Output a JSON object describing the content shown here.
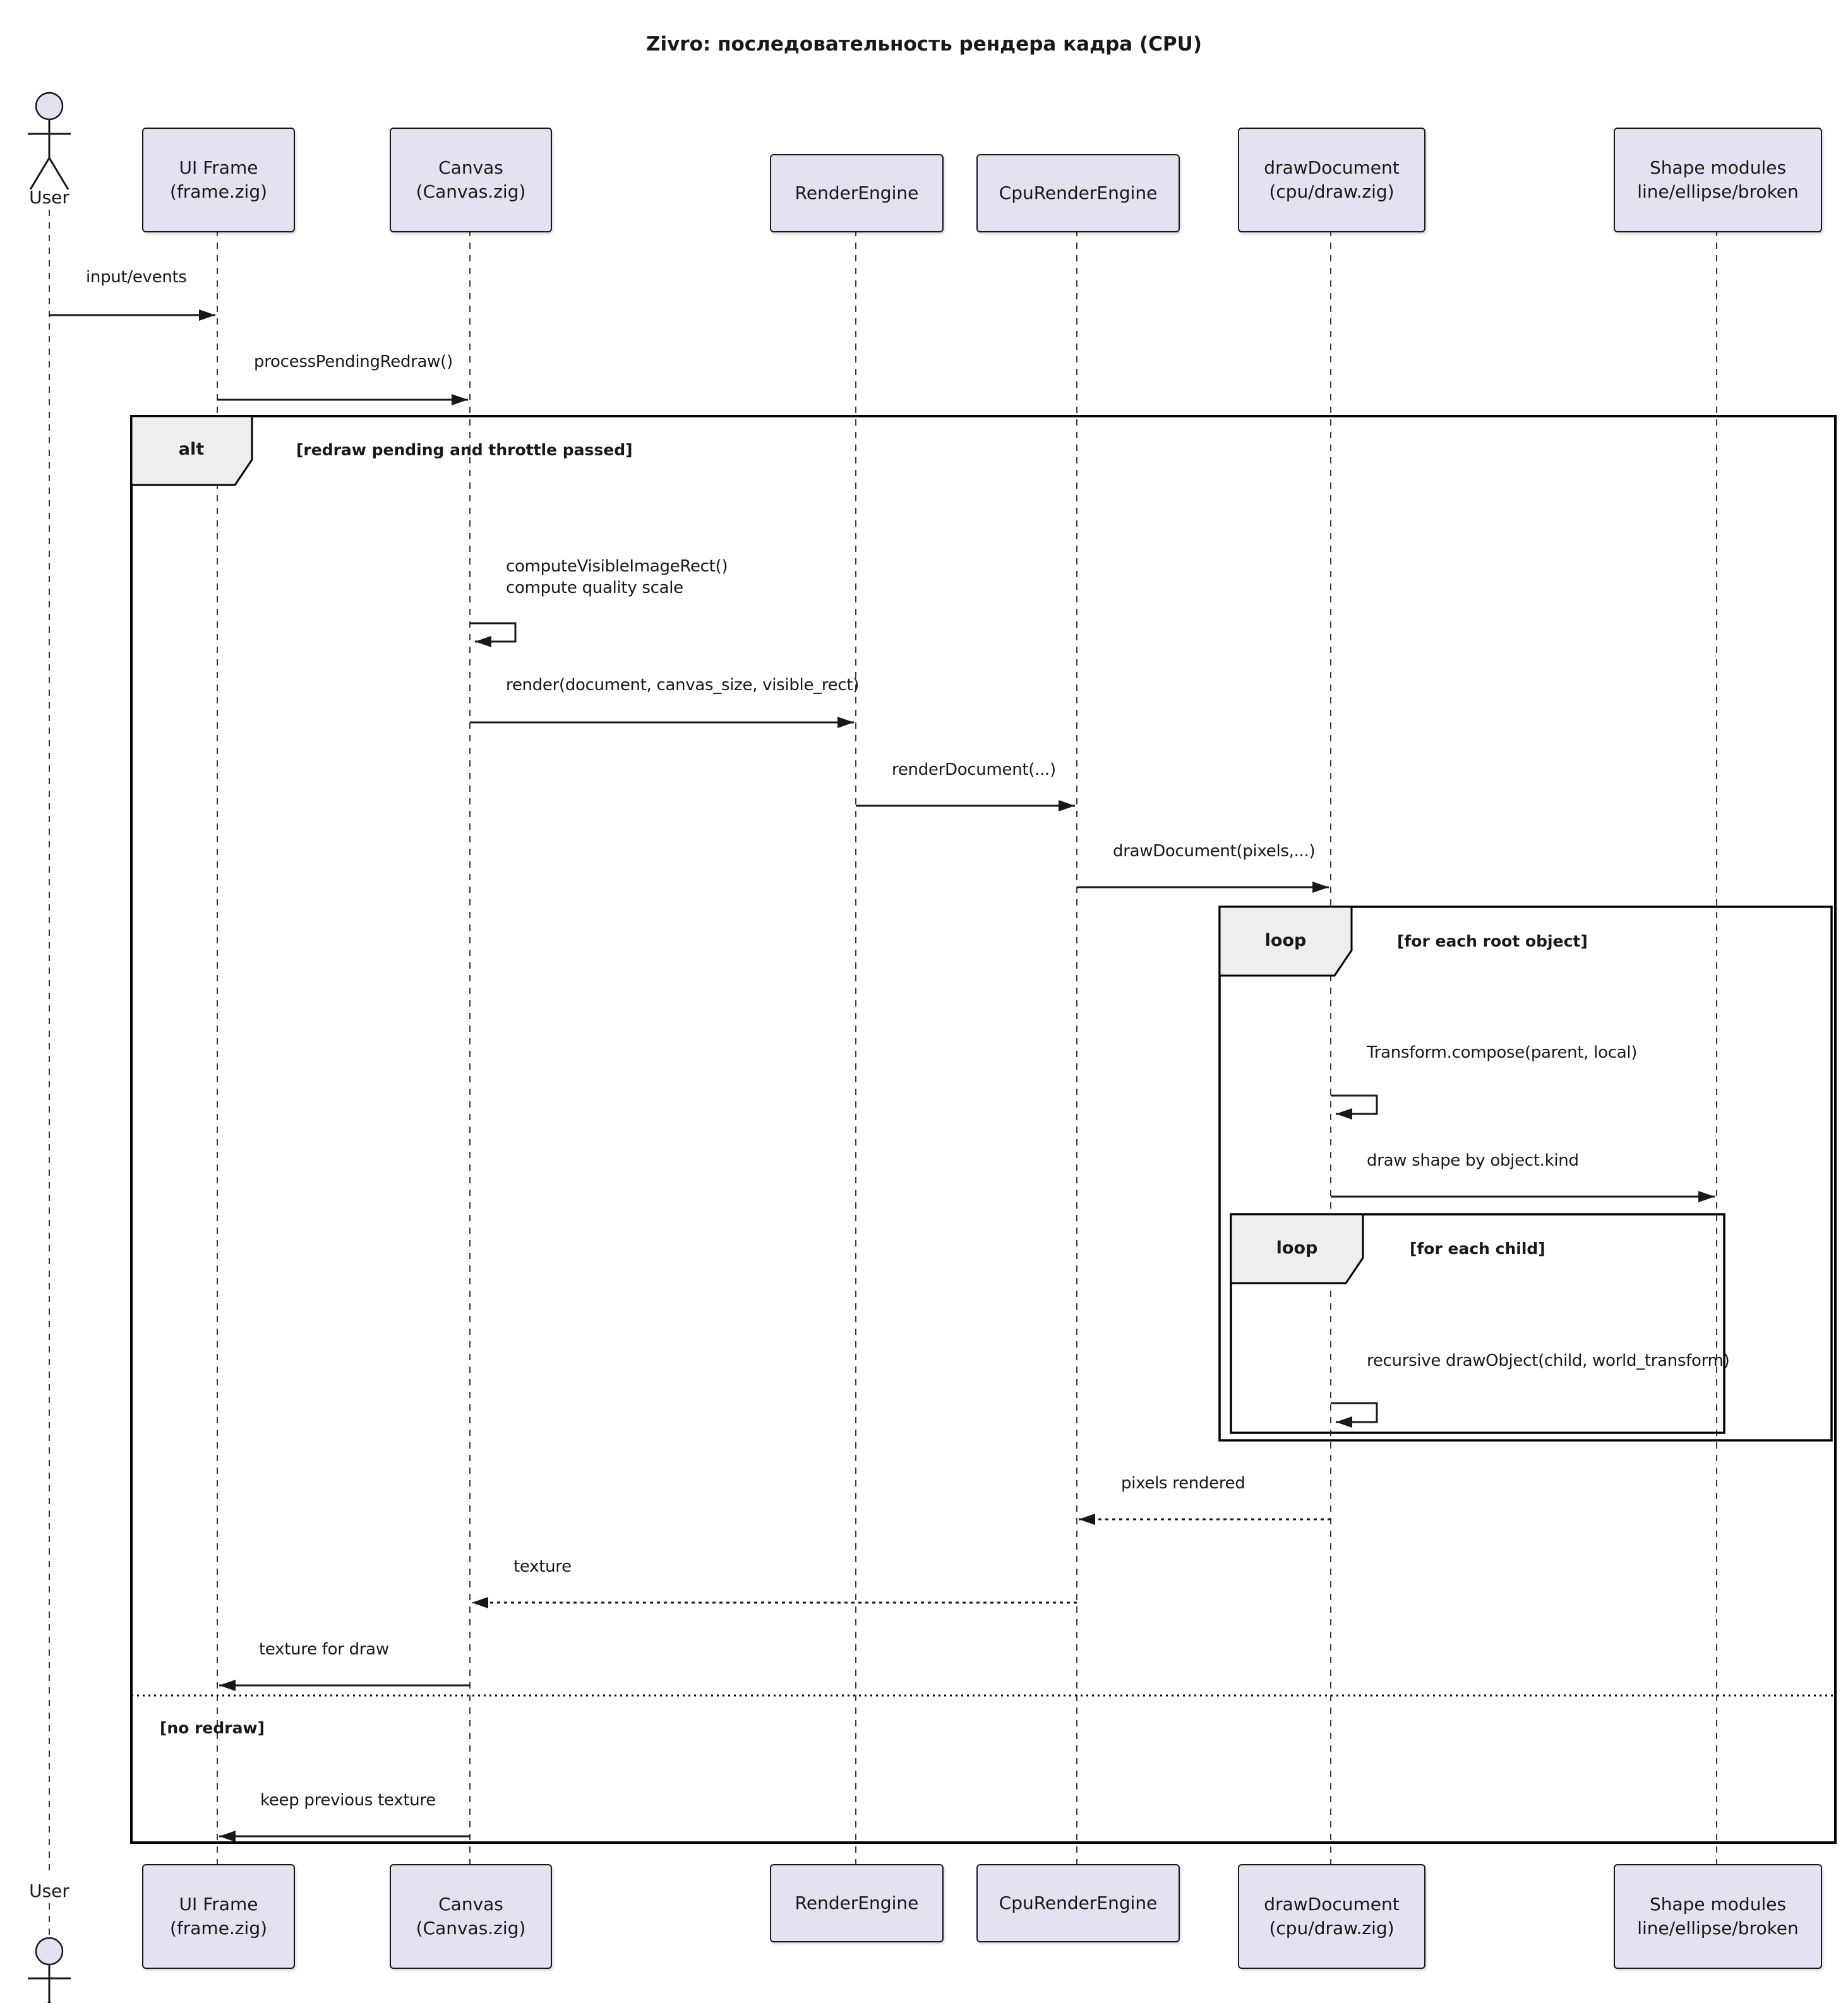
{
  "title": "Zivro: последовательность рендера кадра (CPU)",
  "actor": {
    "label": "User"
  },
  "participants": [
    {
      "id": "ui-frame",
      "name": "UI Frame",
      "sub": "(frame.zig)"
    },
    {
      "id": "canvas",
      "name": "Canvas",
      "sub": "(Canvas.zig)"
    },
    {
      "id": "render-engine",
      "name": "RenderEngine",
      "sub": ""
    },
    {
      "id": "cpu-render-engine",
      "name": "CpuRenderEngine",
      "sub": ""
    },
    {
      "id": "draw-document",
      "name": "drawDocument",
      "sub": "(cpu/draw.zig)"
    },
    {
      "id": "shape-modules",
      "name": "Shape modules",
      "sub": "line/ellipse/broken"
    }
  ],
  "messages": {
    "input_events": "input/events",
    "process_pending_redraw": "processPendingRedraw()",
    "compute_visible_line1": "computeVisibleImageRect()",
    "compute_visible_line2": "compute quality scale",
    "render": "render(document, canvas_size, visible_rect)",
    "render_document": "renderDocument(...)",
    "draw_document": "drawDocument(pixels,...)",
    "transform_compose": "Transform.compose(parent, local)",
    "draw_shape": "draw shape by object.kind",
    "recursive_draw": "recursive drawObject(child, world_transform)",
    "pixels_rendered": "pixels rendered",
    "texture": "texture",
    "texture_for_draw": "texture for draw",
    "keep_previous_texture": "keep previous texture"
  },
  "frames": {
    "alt": {
      "operator": "alt",
      "guard": "[redraw pending and throttle passed]",
      "else_guard": "[no redraw]"
    },
    "loop_root": {
      "operator": "loop",
      "guard": "[for each root object]"
    },
    "loop_child": {
      "operator": "loop",
      "guard": "[for each child]"
    }
  },
  "colors": {
    "participant_fill": "#E2E2F0",
    "participant_border": "#181818",
    "frame_border": "#000000",
    "tab_fill": "#EEEEEE",
    "line": "#181818",
    "background": "#FFFFFF"
  }
}
